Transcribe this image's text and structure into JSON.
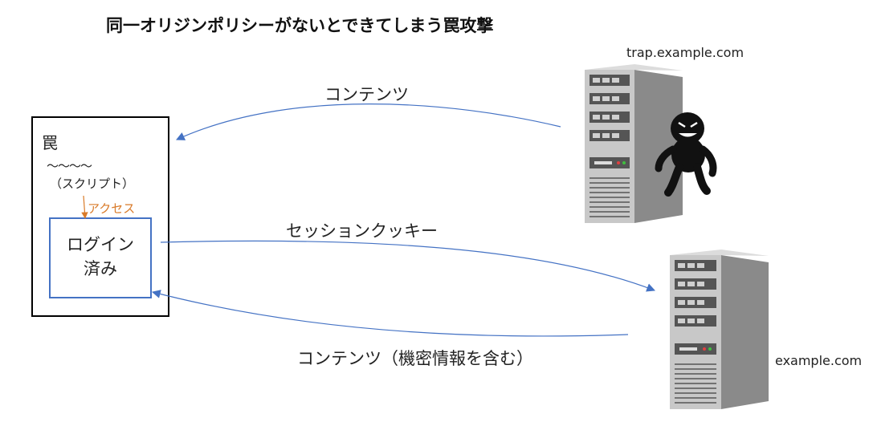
{
  "title": "同一オリジンポリシーがないとできてしまう罠攻撃",
  "servers": {
    "trap_host": "trap.example.com",
    "legit_host": "example.com"
  },
  "trap_page": {
    "title": "罠",
    "wave": "～～～～",
    "script": "（スクリプト）",
    "access": "アクセス"
  },
  "login_box": {
    "line1": "ログイン",
    "line2": "済み"
  },
  "arrows": {
    "contents": "コンテンツ",
    "session_cookie": "セッションクッキー",
    "contents_secret": "コンテンツ（機密情報を含む）"
  },
  "colors": {
    "arrow": "#4472c4",
    "access_arrow": "#d97b2a"
  }
}
